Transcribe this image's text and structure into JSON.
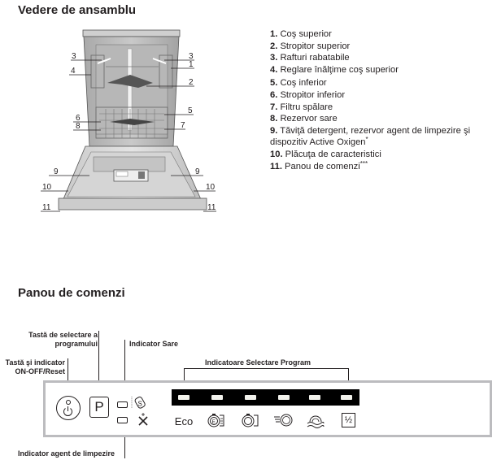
{
  "sections": {
    "assembly_title": "Vedere de ansamblu",
    "panel_title": "Panou de comenzi"
  },
  "legend": [
    {
      "num": "1.",
      "text": "Coş superior",
      "sup": ""
    },
    {
      "num": "2.",
      "text": "Stropitor superior",
      "sup": ""
    },
    {
      "num": "3.",
      "text": "Rafturi rabatabile",
      "sup": ""
    },
    {
      "num": "4.",
      "text": "Reglare înălţime coş superior",
      "sup": ""
    },
    {
      "num": "5.",
      "text": "Coş inferior",
      "sup": ""
    },
    {
      "num": "6.",
      "text": "Stropitor inferior",
      "sup": ""
    },
    {
      "num": "7.",
      "text": "Filtru spălare",
      "sup": ""
    },
    {
      "num": "8.",
      "text": "Rezervor sare",
      "sup": ""
    },
    {
      "num": "9.",
      "text": "Tăviţă detergent, rezervor agent de limpezire şi dispozitiv Active Oxigen",
      "sup": "*"
    },
    {
      "num": "10.",
      "text": "Plăcuţa de caracteristici",
      "sup": ""
    },
    {
      "num": "11.",
      "text": "Panou de comenzi",
      "sup": "***"
    }
  ],
  "diagram_callouts": {
    "left": [
      "3",
      "4",
      "6",
      "8",
      "9",
      "10",
      "11"
    ],
    "right": [
      "3",
      "1",
      "2",
      "5",
      "7",
      "9",
      "10",
      "11"
    ]
  },
  "panel": {
    "labels": {
      "program_select": "Tastă de selectare a programului",
      "onoff": "Tastă şi indicator ON-OFF/Reset",
      "salt": "Indicator Sare",
      "program_indicators": "Indicatoare Selectare Program",
      "rinse": "Indicator agent de limpezire"
    },
    "p_button": "P",
    "programs": [
      {
        "name": "eco",
        "label": "Eco",
        "icon": "eco-text"
      },
      {
        "name": "intensive",
        "label": "",
        "icon": "pot-intensive-icon"
      },
      {
        "name": "normal",
        "label": "",
        "icon": "pot-normal-icon"
      },
      {
        "name": "rapid",
        "label": "",
        "icon": "rapid-plate-icon"
      },
      {
        "name": "soak",
        "label": "",
        "icon": "soak-waves-icon"
      },
      {
        "name": "half-load",
        "label": "½",
        "icon": "half-load-icon"
      }
    ]
  }
}
